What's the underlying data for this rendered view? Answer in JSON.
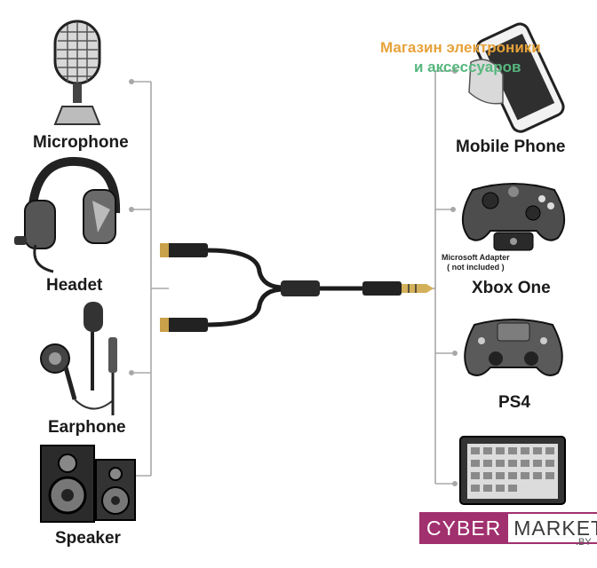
{
  "left_devices": [
    {
      "label": "Microphone"
    },
    {
      "label": "Headet"
    },
    {
      "label": "Earphone"
    },
    {
      "label": "Speaker"
    }
  ],
  "right_devices": [
    {
      "label": "Mobile Phone"
    },
    {
      "label": "Xbox One"
    },
    {
      "label": "PS4"
    },
    {
      "label": ""
    }
  ],
  "shop_watermark": {
    "line1": "Магазин электроники",
    "line2": "и аксессуаров",
    "line1_color": "#e7a23a",
    "line2_color": "#57b77e"
  },
  "adapter_note": {
    "line1": "Microsoft Adapter",
    "line2": "( not included )"
  },
  "brand": {
    "cyber": "CYBER",
    "market": "MARKET",
    "suffix": ".BY",
    "accent": "#a1306f"
  }
}
